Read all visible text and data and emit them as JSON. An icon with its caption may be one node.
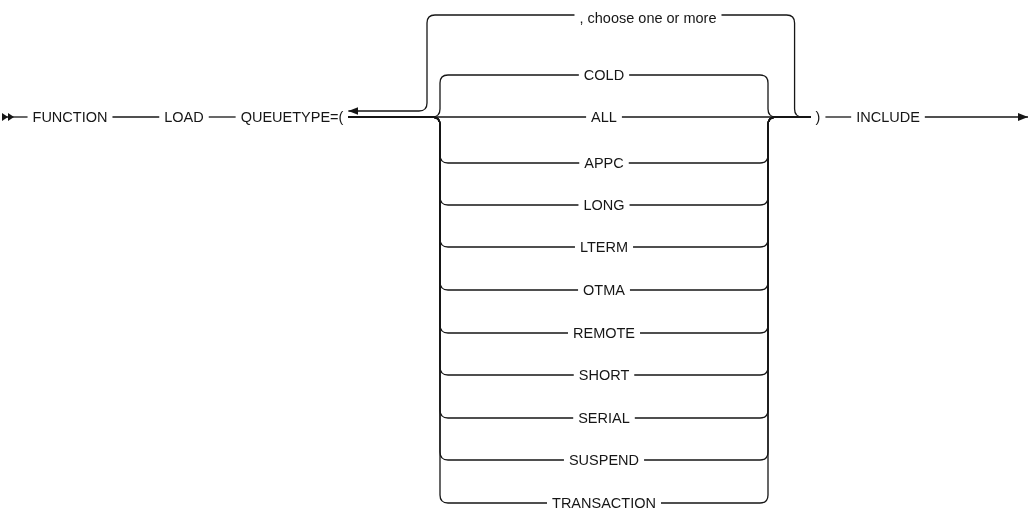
{
  "diagram": {
    "nodes": [
      {
        "text": [
          "FUNCTION"
        ]
      },
      {
        "text": [
          "LOAD"
        ]
      },
      {
        "text": [
          "QUEUETYPE=("
        ]
      },
      {
        "text": [
          "COLD"
        ]
      },
      {
        "text": [
          "ALL"
        ]
      },
      {
        "text": [
          "APPC"
        ]
      },
      {
        "text": [
          "LONG"
        ]
      },
      {
        "text": [
          "LTERM"
        ]
      },
      {
        "text": [
          "OTMA"
        ]
      },
      {
        "text": [
          "REMOTE"
        ]
      },
      {
        "text": [
          "SHORT"
        ]
      },
      {
        "text": [
          "SERIAL"
        ]
      },
      {
        "text": [
          "SUSPEND"
        ]
      },
      {
        "text": [
          "TRANSACTION"
        ]
      },
      {
        "text": [
          ")"
        ]
      },
      {
        "text": [
          "INCLUDE"
        ]
      }
    ],
    "edges": [
      {
        "from": null,
        "to": 0,
        "arrow": "other"
      },
      {
        "from": 0,
        "to": 1,
        "arrow": "none"
      },
      {
        "from": 1,
        "to": 2,
        "arrow": "none"
      },
      {
        "from": 2,
        "to": 3,
        "arrow": "none"
      },
      {
        "from": 2,
        "to": 4,
        "arrow": "none"
      },
      {
        "from": 2,
        "to": 5,
        "arrow": "none"
      },
      {
        "from": 2,
        "to": 6,
        "arrow": "none"
      },
      {
        "from": 2,
        "to": 7,
        "arrow": "none"
      },
      {
        "from": 2,
        "to": 8,
        "arrow": "none"
      },
      {
        "from": 2,
        "to": 9,
        "arrow": "none"
      },
      {
        "from": 2,
        "to": 10,
        "arrow": "none"
      },
      {
        "from": 2,
        "to": 11,
        "arrow": "none"
      },
      {
        "from": 2,
        "to": 12,
        "arrow": "none"
      },
      {
        "from": 2,
        "to": 13,
        "arrow": "none"
      },
      {
        "from": 3,
        "to": 14,
        "arrow": "none"
      },
      {
        "from": 4,
        "to": 14,
        "arrow": "none"
      },
      {
        "from": 5,
        "to": 14,
        "arrow": "none"
      },
      {
        "from": 6,
        "to": 14,
        "arrow": "none"
      },
      {
        "from": 7,
        "to": 14,
        "arrow": "none"
      },
      {
        "from": 8,
        "to": 14,
        "arrow": "none"
      },
      {
        "from": 9,
        "to": 14,
        "arrow": "none"
      },
      {
        "from": 10,
        "to": 14,
        "arrow": "none"
      },
      {
        "from": 11,
        "to": 14,
        "arrow": "none"
      },
      {
        "from": 12,
        "to": 14,
        "arrow": "none"
      },
      {
        "from": 13,
        "to": 14,
        "arrow": "none"
      },
      {
        "from": 14,
        "to": 15,
        "arrow": "none"
      },
      {
        "from": 15,
        "to": null,
        "arrow": "to"
      },
      {
        "from": 14,
        "to": 2,
        "arrow": "to",
        "label": ", choose one or more"
      }
    ]
  }
}
